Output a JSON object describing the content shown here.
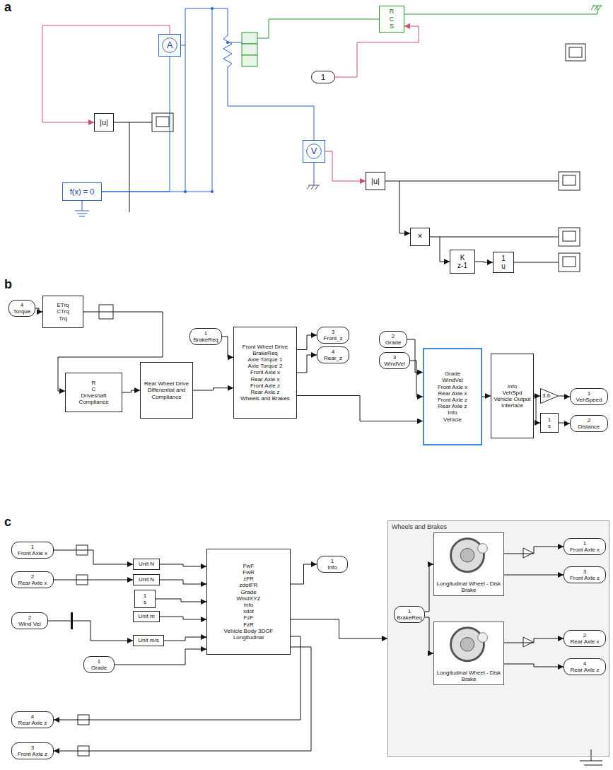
{
  "diagram": {
    "nodes": [
      {
        "text": [
          "A"
        ]
      },
      {
        "text": [
          "|u|"
        ]
      },
      {
        "text": [
          "f(x) = 0"
        ]
      },
      {
        "text": [
          "V"
        ]
      },
      {
        "text": [
          "|u|"
        ]
      },
      {
        "text": [
          "×"
        ]
      },
      {
        "text": [
          "K",
          "z-1"
        ]
      },
      {
        "text": [
          "1",
          "u"
        ]
      },
      {
        "text": [
          "1"
        ]
      },
      {
        "text": [
          "R",
          "C",
          "S"
        ]
      },
      {
        "text": [
          "4",
          "Torque"
        ]
      },
      {
        "text": [
          "ETrq",
          "CTrq",
          "Trq"
        ]
      },
      {
        "text": [
          "R",
          "C",
          "Driveshaft Compliance"
        ]
      },
      {
        "text": [
          "Rear Wheel Drive",
          "Differential and Compliance"
        ]
      },
      {
        "text": [
          "1",
          "BrakeReq"
        ]
      },
      {
        "text": [
          "Front Wheel Drive",
          "BrakeReq",
          "Axle Torque 1",
          "Axle Torque 2",
          "Front Axle x",
          "Rear Axle x",
          "Front Axle z",
          "Rear Axle z",
          "Wheels and Brakes"
        ]
      },
      {
        "text": [
          "3",
          "Front_z"
        ]
      },
      {
        "text": [
          "4",
          "Rear_z"
        ]
      },
      {
        "text": [
          "2",
          "Grade"
        ]
      },
      {
        "text": [
          "3",
          "WindVel"
        ]
      },
      {
        "text": [
          "Grade",
          "WindVel",
          "Front Axle x",
          "Rear Axle x",
          "Front Axle z",
          "Rear Axle z",
          "Info",
          "Vehicle"
        ]
      },
      {
        "text": [
          "Info",
          "VehSpd",
          "Vehicle Output Interface"
        ]
      },
      {
        "text": [
          "3.6"
        ]
      },
      {
        "text": [
          "1",
          "VehSpeed"
        ]
      },
      {
        "text": [
          "1",
          "s"
        ]
      },
      {
        "text": [
          "2",
          "Distance"
        ]
      },
      {
        "text": [
          "1",
          "Front Axle x"
        ]
      },
      {
        "text": [
          "2",
          "Rear Axle x"
        ]
      },
      {
        "text": [
          "2",
          "Wind Vel"
        ]
      },
      {
        "text": [
          "1",
          "Grade"
        ]
      },
      {
        "text": [
          "4",
          "Rear Axle z"
        ]
      },
      {
        "text": [
          "3",
          "Front Axle z"
        ]
      },
      {
        "text": [
          "Unit N"
        ]
      },
      {
        "text": [
          "Unit N"
        ]
      },
      {
        "text": [
          "1",
          "s"
        ]
      },
      {
        "text": [
          "Unit m"
        ]
      },
      {
        "text": [
          "Unit m/s"
        ]
      },
      {
        "text": [
          "FwF",
          "FwR",
          "zFR",
          "zdotFR",
          "Grade",
          "WindXYZ",
          "Info",
          "xdot",
          "FzF",
          "FzR",
          "Vehicle Body 3DOF Longitudinal"
        ]
      },
      {
        "text": [
          "1",
          "Info"
        ]
      },
      {
        "text": [
          "Wheels and Brakes"
        ]
      },
      {
        "text": [
          "Longitudinal Wheel - Disk Brake"
        ],
        "in": 39
      },
      {
        "text": [
          "Longitudinal Wheel - Disk Brake"
        ],
        "in": 39
      },
      {
        "text": [
          "1",
          "BrakeReq"
        ],
        "in": 39
      },
      {
        "text": [
          "1",
          "Front Axle x"
        ],
        "in": 39
      },
      {
        "text": [
          "3",
          "Front Axle z"
        ],
        "in": 39
      },
      {
        "text": [
          "2",
          "Rear Axle x"
        ],
        "in": 39
      },
      {
        "text": [
          "4",
          "Rear Axle z"
        ],
        "in": 39
      }
    ],
    "edges": [
      {
        "from": 0,
        "to": 1,
        "arrow": "to"
      },
      {
        "from": 2,
        "to": 0,
        "arrow": "none"
      },
      {
        "from": 8,
        "to": 9,
        "arrow": "to"
      },
      {
        "from": 3,
        "to": 4,
        "arrow": "to"
      },
      {
        "from": 4,
        "to": 5,
        "arrow": "to"
      },
      {
        "from": 5,
        "to": 6,
        "arrow": "to"
      },
      {
        "from": 6,
        "to": 7,
        "arrow": "to"
      },
      {
        "from": 10,
        "to": 11,
        "arrow": "to"
      },
      {
        "from": 11,
        "to": 12,
        "arrow": "to"
      },
      {
        "from": 12,
        "to": 13,
        "arrow": "to"
      },
      {
        "from": 13,
        "to": 15,
        "arrow": "to"
      },
      {
        "from": 14,
        "to": 15,
        "arrow": "to"
      },
      {
        "from": 15,
        "to": 16,
        "arrow": "to"
      },
      {
        "from": 15,
        "to": 17,
        "arrow": "to"
      },
      {
        "from": 15,
        "to": 20,
        "arrow": "to"
      },
      {
        "from": 18,
        "to": 20,
        "arrow": "to"
      },
      {
        "from": 19,
        "to": 20,
        "arrow": "to"
      },
      {
        "from": 20,
        "to": 21,
        "arrow": "to"
      },
      {
        "from": 21,
        "to": 22,
        "arrow": "to"
      },
      {
        "from": 22,
        "to": 23,
        "arrow": "to"
      },
      {
        "from": 21,
        "to": 24,
        "arrow": "to"
      },
      {
        "from": 24,
        "to": 25,
        "arrow": "to"
      },
      {
        "from": 26,
        "to": 32,
        "arrow": "to"
      },
      {
        "from": 27,
        "to": 33,
        "arrow": "to"
      },
      {
        "from": 32,
        "to": 37,
        "arrow": "to"
      },
      {
        "from": 33,
        "to": 37,
        "arrow": "to"
      },
      {
        "from": 34,
        "to": 37,
        "arrow": "to"
      },
      {
        "from": 35,
        "to": 37,
        "arrow": "to"
      },
      {
        "from": 28,
        "to": 36,
        "arrow": "to"
      },
      {
        "from": 36,
        "to": 37,
        "arrow": "to"
      },
      {
        "from": 29,
        "to": 37,
        "arrow": "to"
      },
      {
        "from": 37,
        "to": 38,
        "arrow": "to"
      },
      {
        "from": 37,
        "to": 30,
        "arrow": "to"
      },
      {
        "from": 37,
        "to": 31,
        "arrow": "to"
      },
      {
        "from": 37,
        "to": 39,
        "arrow": "to"
      },
      {
        "from": 42,
        "to": 40,
        "arrow": "to"
      },
      {
        "from": 42,
        "to": 41,
        "arrow": "to"
      },
      {
        "from": 40,
        "to": 43,
        "arrow": "to"
      },
      {
        "from": 40,
        "to": 44,
        "arrow": "to"
      },
      {
        "from": 41,
        "to": 45,
        "arrow": "to"
      },
      {
        "from": 41,
        "to": 46,
        "arrow": "to"
      }
    ],
    "labels": [
      "a",
      "b",
      "c"
    ]
  }
}
